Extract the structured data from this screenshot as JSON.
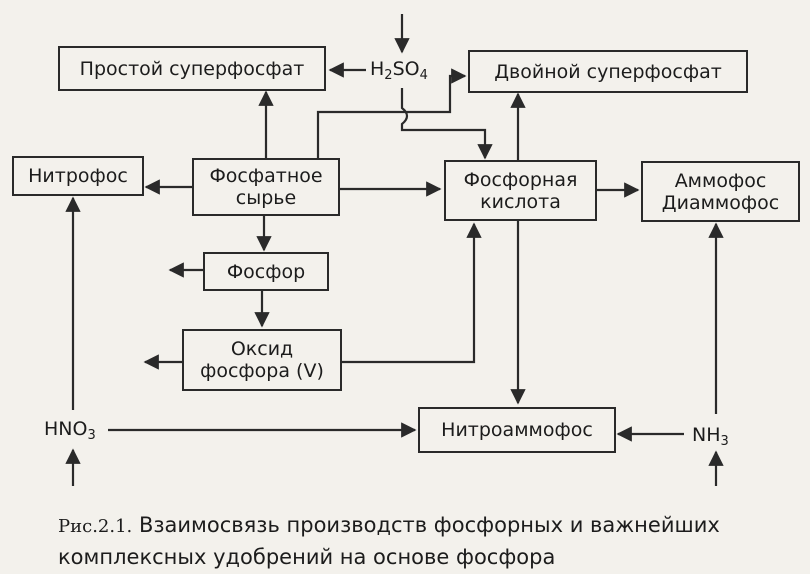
{
  "nodes": {
    "simple_superphosphate": "Простой суперфосфат",
    "h2so4": {
      "base1": "H",
      "sub1": "2",
      "base2": "SO",
      "sub2": "4"
    },
    "double_superphosphate": "Двойной суперфосфат",
    "nitrophos": "Нитрофос",
    "phosphate_raw": {
      "line1": "Фосфатное",
      "line2": "сырье"
    },
    "phosphoric_acid": {
      "line1": "Фосфорная",
      "line2": "кислота"
    },
    "ammophos": {
      "line1": "Аммофос",
      "line2": "Диаммофос"
    },
    "phosphorus": "Фосфор",
    "phosphorus_oxide": {
      "line1": "Оксид",
      "line2": "фосфора (V)"
    },
    "hno3": {
      "base": "HNO",
      "sub": "3"
    },
    "nitroammophos": "Нитроаммофос",
    "nh3": {
      "base": "NH",
      "sub": "3"
    }
  },
  "caption": {
    "prefix": "Рис.2.1.",
    "text": "Взаимосвязь производств фосфорных и важнейших комплексных удобрений на основе фосфора"
  }
}
